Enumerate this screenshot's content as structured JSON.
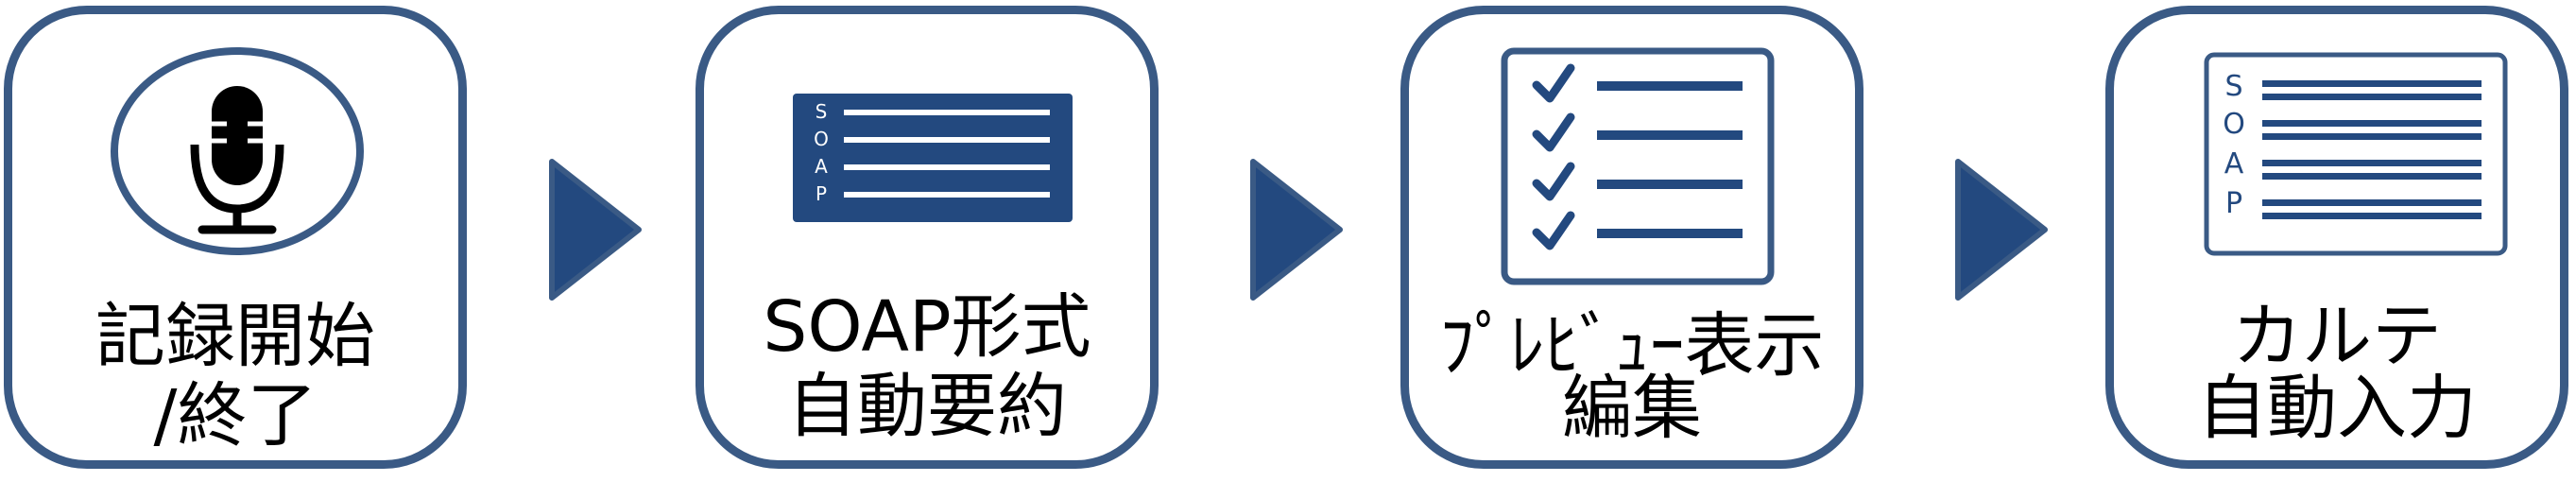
{
  "colors": {
    "accent": "#3a5a85",
    "dark_fill": "#23497f",
    "text": "#000000",
    "background": "#ffffff"
  },
  "steps": [
    {
      "icon": "microphone-icon",
      "label_line1": "記録開始",
      "label_line2": "/終了"
    },
    {
      "icon": "soap-document-icon",
      "label_line1": "SOAP形式",
      "label_line2": "自動要約",
      "icon_letters": [
        "S",
        "O",
        "A",
        "P"
      ]
    },
    {
      "icon": "checklist-icon",
      "label_line1": "ﾌﾟﾚﾋﾞｭｰ表示",
      "label_line2": "編集"
    },
    {
      "icon": "soap-form-icon",
      "label_line1": "カルテ",
      "label_line2": "自動入力",
      "icon_letters": [
        "S",
        "O",
        "A",
        "P"
      ]
    }
  ],
  "arrows": [
    {
      "icon": "arrow-right-icon"
    },
    {
      "icon": "arrow-right-icon"
    },
    {
      "icon": "arrow-right-icon"
    }
  ]
}
